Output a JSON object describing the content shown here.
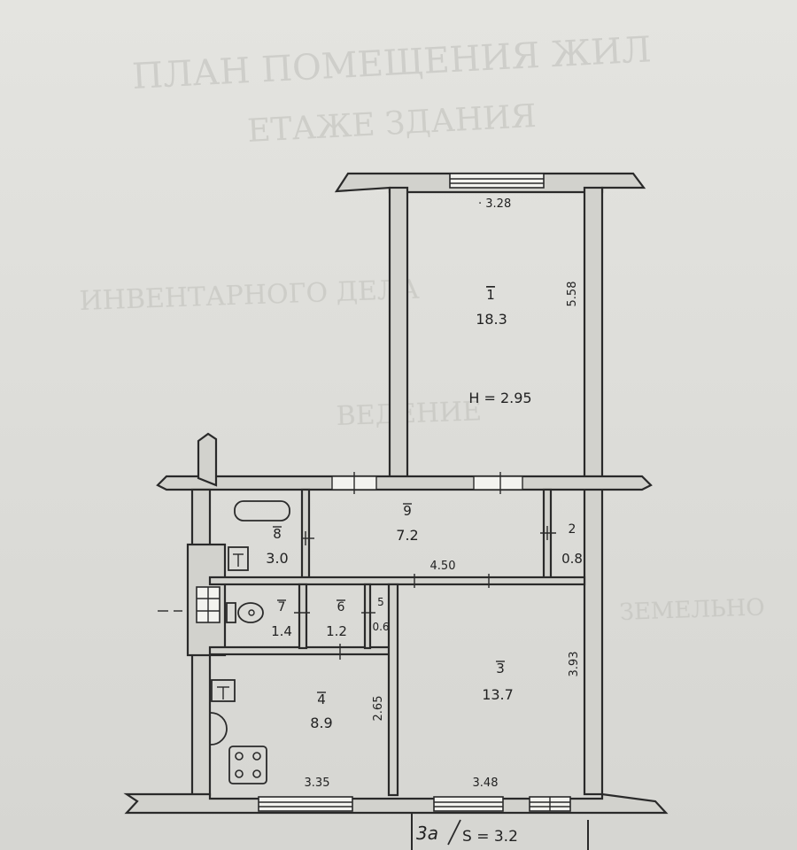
{
  "rooms": [
    {
      "number": "1",
      "area": "18.3"
    },
    {
      "number": "3",
      "area": "13.7"
    },
    {
      "number": "4",
      "area": "8.9"
    },
    {
      "number": "9",
      "area": "7.2"
    },
    {
      "number": "8",
      "area": "3.0"
    },
    {
      "number": "2",
      "area": "0.8"
    },
    {
      "number": "7",
      "area": "1.4"
    },
    {
      "number": "6",
      "area": "1.2"
    },
    {
      "number": "5",
      "area": "0.6"
    }
  ],
  "dimensions": {
    "room1_width": "3.28",
    "room1_length": "5.58",
    "corridor_length": "4.50",
    "room3_length": "3.93",
    "room3_width": "3.48",
    "room4_length": "2.65",
    "room4_width": "3.35"
  },
  "ceiling_height": "H = 2.95",
  "balcony": {
    "label": "3a",
    "area": "S = 3.2"
  }
}
